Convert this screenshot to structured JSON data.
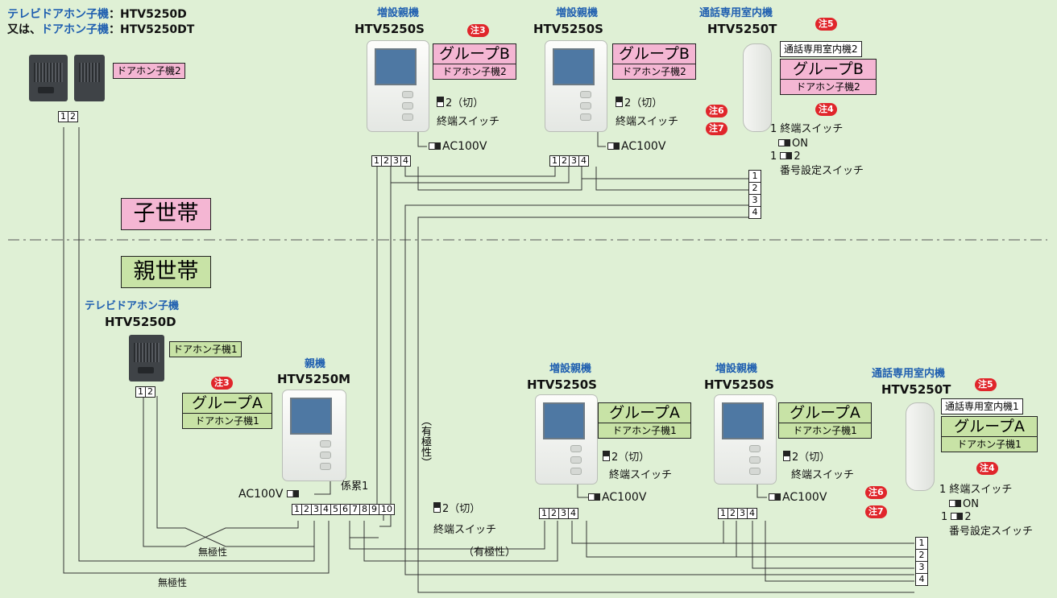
{
  "top_left": {
    "line1_role": "テレビドアホン子機",
    "line1_model": "HTV5250D",
    "line2_prefix": "又は、",
    "line2_role": "ドアホン子機",
    "line2_model": "HTV5250DT",
    "colon": "："
  },
  "door_tag_2": "ドアホン子機2",
  "door_tag_1": "ドアホン子機1",
  "door_left": {
    "role": "テレビドアホン子機",
    "model": "HTV5250D"
  },
  "sections": {
    "child": "子世帯",
    "parent": "親世帯"
  },
  "units": {
    "b_s1": {
      "role": "増設親機",
      "model": "HTV5250S"
    },
    "b_s2": {
      "role": "増設親機",
      "model": "HTV5250S"
    },
    "b_t": {
      "role": "通話専用室内機",
      "model": "HTV5250T"
    },
    "a_m": {
      "role": "親機",
      "model": "HTV5250M"
    },
    "a_s1": {
      "role": "増設親機",
      "model": "HTV5250S"
    },
    "a_s2": {
      "role": "増設親機",
      "model": "HTV5250S"
    },
    "a_t": {
      "role": "通話専用室内機",
      "model": "HTV5250T"
    }
  },
  "groups": {
    "b": "グループB",
    "a": "グループA"
  },
  "t_tags": {
    "b": "通話専用室内機2",
    "a": "通話専用室内機1"
  },
  "notes": {
    "n3": "注3",
    "n4": "注4",
    "n5": "注5",
    "n6": "注6",
    "n7": "注7"
  },
  "switch": {
    "off": "2（切）",
    "terminal": "終端スイッチ",
    "t_terminal": "1 終端スイッチ",
    "on": "ON",
    "num_prefix": "1",
    "num_suffix": "2",
    "number": "番号設定スイッチ"
  },
  "power": "AC100V",
  "kakari": "係累1",
  "nonpolar": "無極性",
  "polar": "（有極性）",
  "polar_v": "（有極性）",
  "terms": {
    "two": [
      "1",
      "2"
    ],
    "four": [
      "1",
      "2",
      "3",
      "4"
    ],
    "ten": [
      "1",
      "2",
      "3",
      "4",
      "5",
      "6",
      "7",
      "8",
      "9",
      "10"
    ]
  },
  "colors": {
    "background": "#dff0d5",
    "group_b": "#f4b6d3",
    "group_a": "#c8e3a6",
    "role_text": "#1f5fb0",
    "note_badge": "#e0262b"
  }
}
